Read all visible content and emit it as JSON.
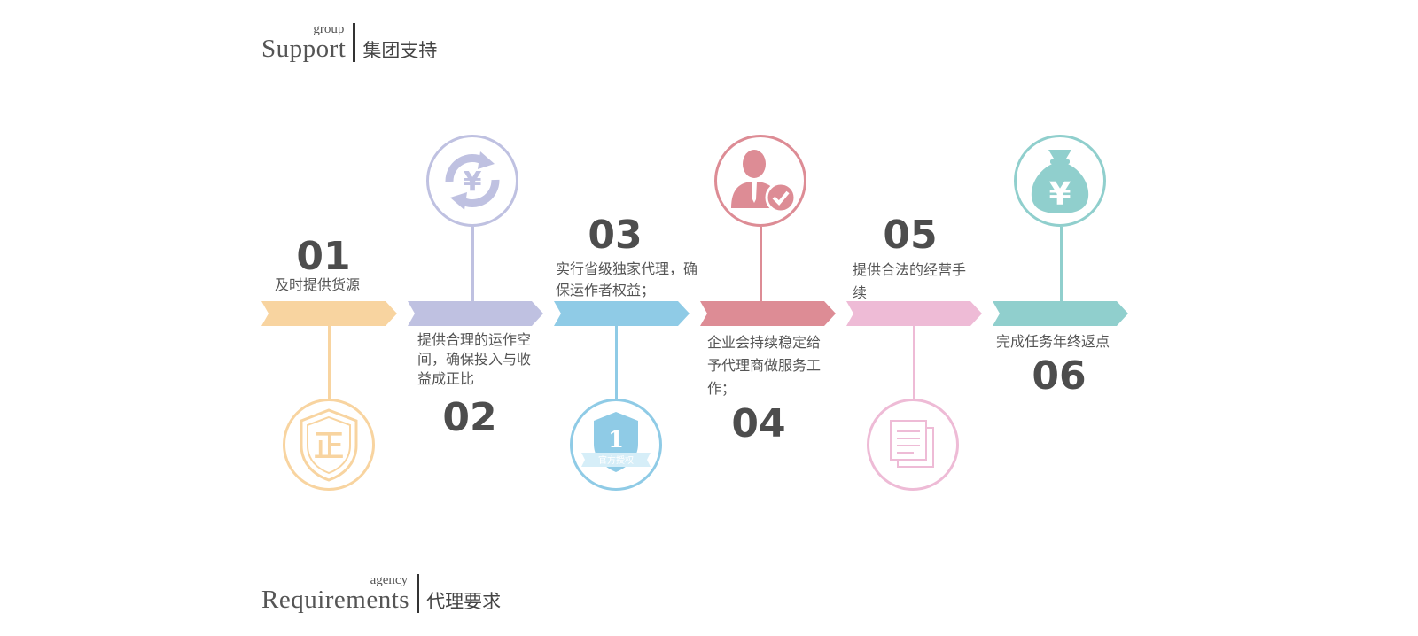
{
  "headings": {
    "support": {
      "small": "group",
      "big": "Support",
      "zh": "集团支持"
    },
    "requirements": {
      "small": "agency",
      "big": "Requirements",
      "zh": "代理要求"
    }
  },
  "colors": {
    "step1": "#f8d4a0",
    "step2": "#bfc1e1",
    "step3": "#8fcbe6",
    "step4": "#dd8c95",
    "step5": "#eebbd6",
    "step6": "#90cfcd"
  },
  "steps": [
    {
      "number": "01",
      "text": "及时提供货源",
      "icon": "zheng-badge-icon"
    },
    {
      "number": "02",
      "text": "提供合理的运作空间，确保投入与收益成正比",
      "icon": "yen-cycle-icon"
    },
    {
      "number": "03",
      "text": "实行省级独家代理，确保运作者权益；",
      "icon": "official-authorization-shield-icon"
    },
    {
      "number": "04",
      "text": "企业会持续稳定给予代理商做服务工作；",
      "icon": "person-check-icon"
    },
    {
      "number": "05",
      "text": "提供合法的经营手续",
      "icon": "documents-icon"
    },
    {
      "number": "06",
      "text": "完成任务年终返点",
      "icon": "money-bag-yen-icon"
    }
  ],
  "icon_texts": {
    "zheng": "正",
    "yen": "¥",
    "shield_number": "1",
    "shield_ribbon": "官方授权"
  }
}
